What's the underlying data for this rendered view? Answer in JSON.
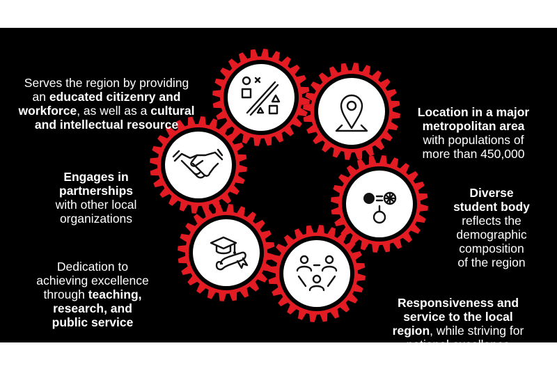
{
  "colors": {
    "gear": "#e31b23",
    "background": "#000000",
    "text": "#ffffff",
    "gear_center": "#ffffff"
  },
  "items": [
    {
      "icon": "culture-shapes-icon",
      "text": [
        {
          "t": "Serves the region by providing",
          "b": false
        },
        {
          "t": "an ",
          "b": false
        },
        {
          "t": "educated citizenry and",
          "b": true
        },
        {
          "t": "workforce",
          "b": true
        },
        {
          "t": ", as well as a ",
          "b": false
        },
        {
          "t": "cultural",
          "b": true
        },
        {
          "t": "and intellectual resource",
          "b": true
        }
      ]
    },
    {
      "icon": "location-pin-icon",
      "text": [
        {
          "t": "Location in a major",
          "b": true
        },
        {
          "t": "metropolitan area",
          "b": true
        },
        {
          "t": "with populations of",
          "b": false
        },
        {
          "t": "more than 450,000",
          "b": false
        }
      ]
    },
    {
      "icon": "handshake-icon",
      "text": [
        {
          "t": "Engages in",
          "b": true
        },
        {
          "t": "partnerships",
          "b": true
        },
        {
          "t": "with other local",
          "b": false
        },
        {
          "t": "organizations",
          "b": false
        }
      ]
    },
    {
      "icon": "diversity-icon",
      "text": [
        {
          "t": "Diverse",
          "b": true
        },
        {
          "t": "student body",
          "b": true
        },
        {
          "t": "reflects the",
          "b": false
        },
        {
          "t": "demographic",
          "b": false
        },
        {
          "t": "composition",
          "b": false
        },
        {
          "t": "of the region",
          "b": false
        }
      ]
    },
    {
      "icon": "graduation-icon",
      "text": [
        {
          "t": "Dedication to",
          "b": false
        },
        {
          "t": "achieving excellence",
          "b": false
        },
        {
          "t": "through ",
          "b": false
        },
        {
          "t": "teaching,",
          "b": true
        },
        {
          "t": "research, and",
          "b": true
        },
        {
          "t": "public service",
          "b": true
        }
      ]
    },
    {
      "icon": "community-service-icon",
      "text": [
        {
          "t": "Responsiveness and",
          "b": true
        },
        {
          "t": "service to the local",
          "b": true
        },
        {
          "t": "region",
          "b": true
        },
        {
          "t": ", while striving for",
          "b": false
        },
        {
          "t": "national excellence",
          "b": false
        }
      ]
    }
  ]
}
